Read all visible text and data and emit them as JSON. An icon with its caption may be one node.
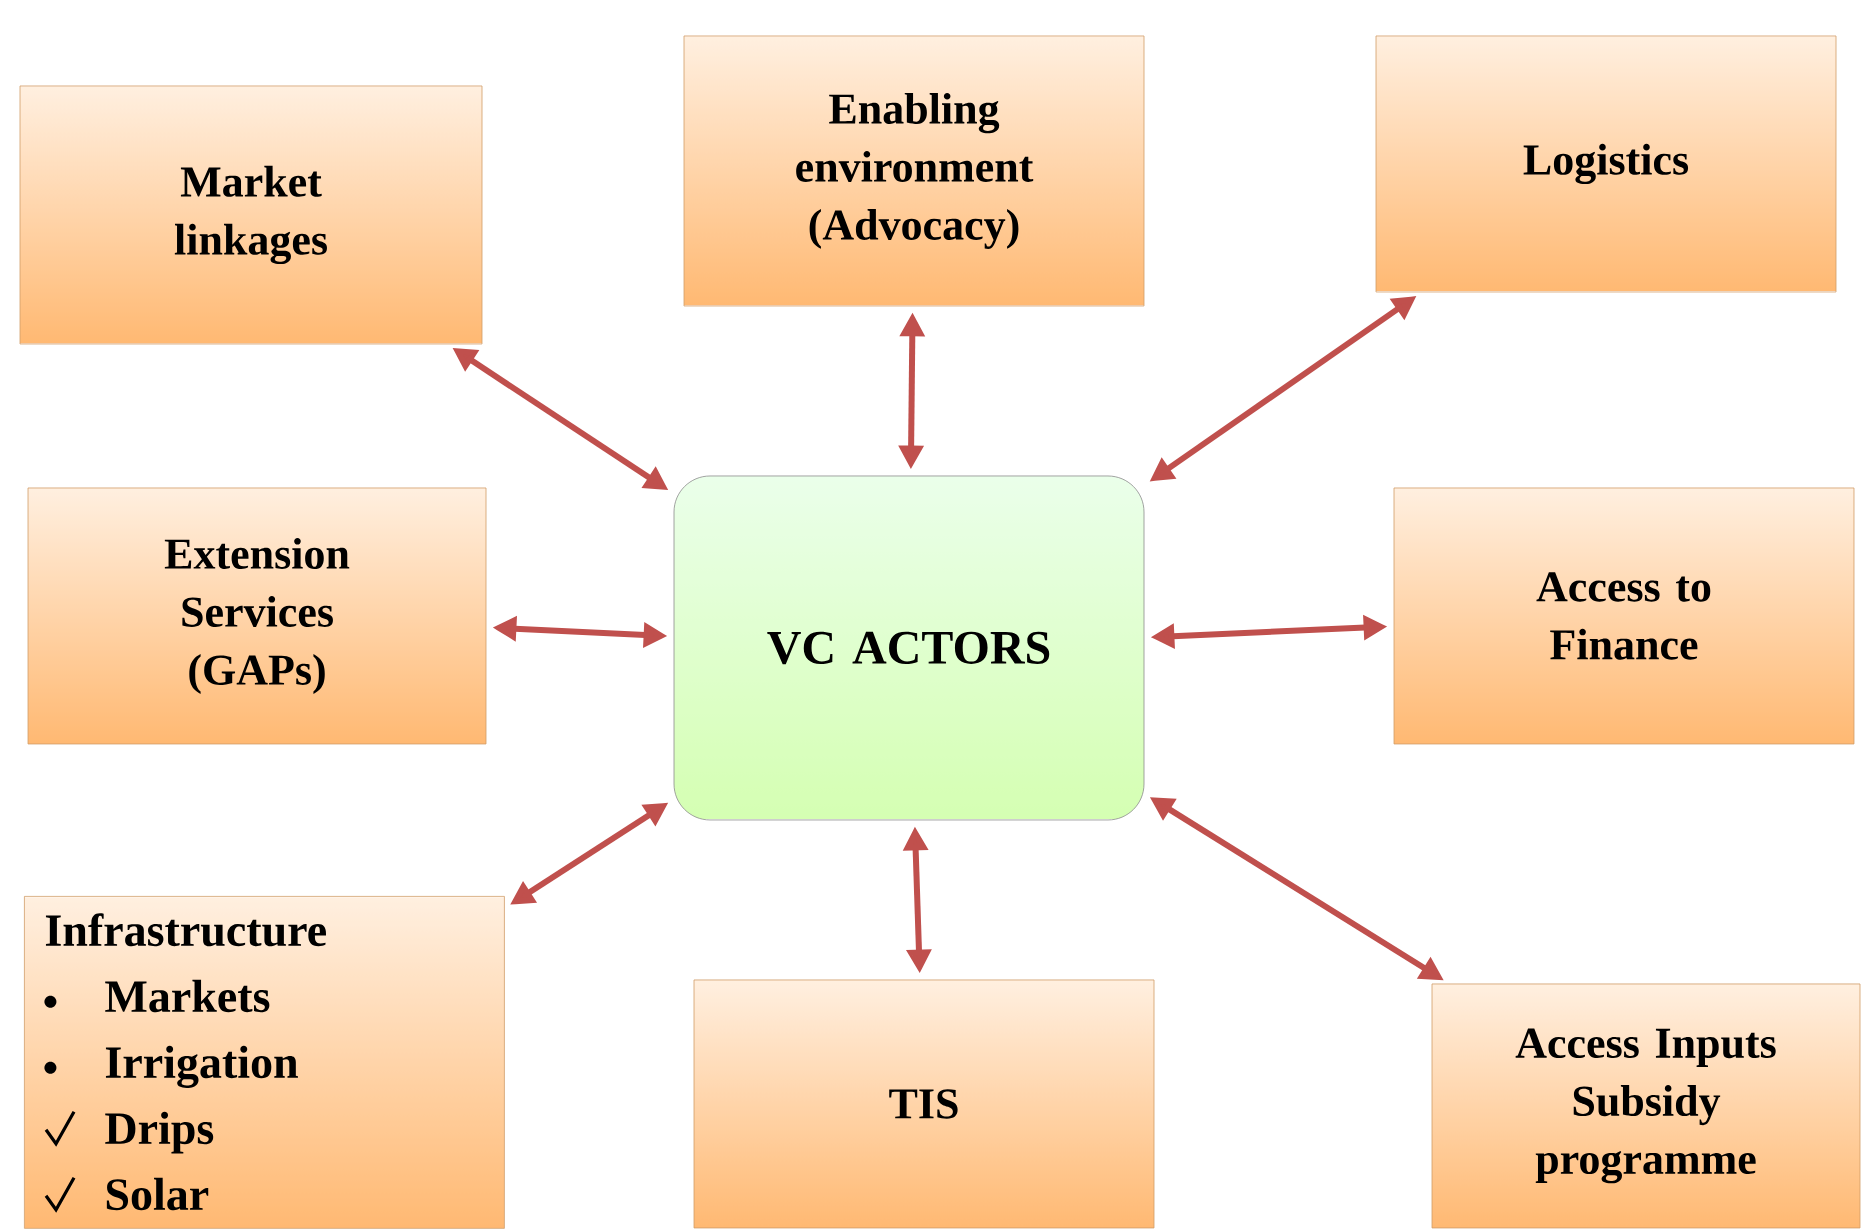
{
  "diagram": {
    "nodes": [
      {
        "text": [
          "Market linkages"
        ]
      },
      {
        "text": [
          "Enabling environment (Advocacy)"
        ]
      },
      {
        "text": [
          "Logistics"
        ]
      },
      {
        "text": [
          "Extension Services (GAPs)"
        ]
      },
      {
        "text": [
          "VC ACTORS"
        ]
      },
      {
        "text": [
          "Access to Finance"
        ]
      },
      {
        "text": [
          "Infrastructure",
          "Markets",
          "Irrigation",
          "Drips",
          "Solar"
        ]
      },
      {
        "text": [
          "TIS"
        ]
      },
      {
        "text": [
          "Access Inputs Subsidy programme"
        ]
      }
    ],
    "edges": [
      {
        "from": 4,
        "to": 0,
        "arrow": "both"
      },
      {
        "from": 4,
        "to": 1,
        "arrow": "both"
      },
      {
        "from": 4,
        "to": 2,
        "arrow": "both"
      },
      {
        "from": 4,
        "to": 3,
        "arrow": "both"
      },
      {
        "from": 4,
        "to": 5,
        "arrow": "both"
      },
      {
        "from": 4,
        "to": 6,
        "arrow": "both"
      },
      {
        "from": 4,
        "to": 7,
        "arrow": "both"
      },
      {
        "from": 4,
        "to": 8,
        "arrow": "both"
      }
    ]
  }
}
